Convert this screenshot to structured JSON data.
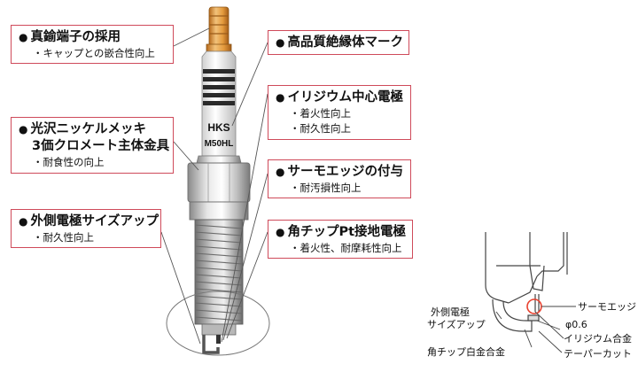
{
  "callouts": {
    "copper_terminal": {
      "title": "真鍮端子の採用",
      "notes": [
        "キャップとの嵌合性向上"
      ]
    },
    "insulator_mark": {
      "title": "高品質絶縁体マーク",
      "notes": []
    },
    "iridium_center": {
      "title": "イリジウム中心電極",
      "notes": [
        "着火性向上",
        "耐久性向上"
      ]
    },
    "plating": {
      "title_line1": "光沢ニッケルメッキ",
      "title_line2": "3価クロメート主体金具",
      "notes": [
        "耐食性の向上"
      ]
    },
    "thermo_edge": {
      "title": "サーモエッジの付与",
      "notes": [
        "耐汚損性向上"
      ]
    },
    "ground_size": {
      "title": "外側電極サイズアップ",
      "notes": [
        "耐久性向上"
      ]
    },
    "pt_tip": {
      "title": "角チップPt接地電極",
      "notes": [
        "着火性、耐摩耗性向上"
      ]
    }
  },
  "plug_marks": {
    "brand": "HKS",
    "model": "M50HL"
  },
  "detail_labels": {
    "ground_line1": "外側電極",
    "ground_line2": "サイズアップ",
    "pt_alloy": "角チップ白金合金",
    "thermo_edge": "サーモエッジ",
    "diameter": "φ0.6",
    "iridium_alloy": "イリジウム合金",
    "taper_cut": "テーパーカット"
  },
  "colors": {
    "callout_border": "#cf4a5a",
    "accent_red": "#e8402e",
    "copper": "#e7a44a"
  }
}
